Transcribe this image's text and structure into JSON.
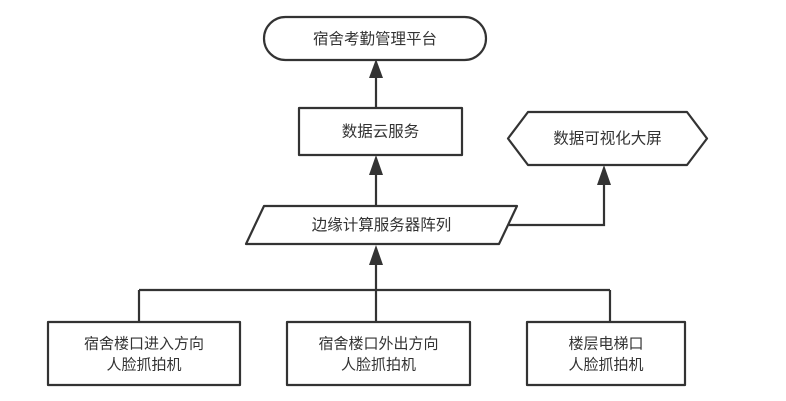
{
  "diagram": {
    "type": "flowchart",
    "orientation": "bottom-up",
    "background_color": "#ffffff",
    "stroke_color": "#333333",
    "text_color": "#333333",
    "nodes": {
      "platform": {
        "label": "宿舍考勤管理平台",
        "shape": "rounded-rectangle"
      },
      "cloud_service": {
        "label": "数据云服务",
        "shape": "rectangle"
      },
      "visualization": {
        "label": "数据可视化大屏",
        "shape": "hexagon"
      },
      "edge_server": {
        "label": "边缘计算服务器阵列",
        "shape": "parallelogram"
      },
      "camera_in": {
        "line1": "宿舍楼口进入方向",
        "line2": "人脸抓拍机",
        "shape": "rectangle"
      },
      "camera_out": {
        "line1": "宿舍楼口外出方向",
        "line2": "人脸抓拍机",
        "shape": "rectangle"
      },
      "camera_elevator": {
        "line1": "楼层电梯口",
        "line2": "人脸抓拍机",
        "shape": "rectangle"
      }
    },
    "edges": [
      {
        "from": "cloud_service",
        "to": "platform",
        "style": "arrow-up"
      },
      {
        "from": "edge_server",
        "to": "cloud_service",
        "style": "arrow-up"
      },
      {
        "from": "edge_server",
        "to": "visualization",
        "style": "elbow-arrow-up"
      },
      {
        "from": "camera_in",
        "to": "edge_server",
        "style": "bus-arrow-up"
      },
      {
        "from": "camera_out",
        "to": "edge_server",
        "style": "bus-arrow-up"
      },
      {
        "from": "camera_elevator",
        "to": "edge_server",
        "style": "bus-arrow-up"
      }
    ]
  }
}
